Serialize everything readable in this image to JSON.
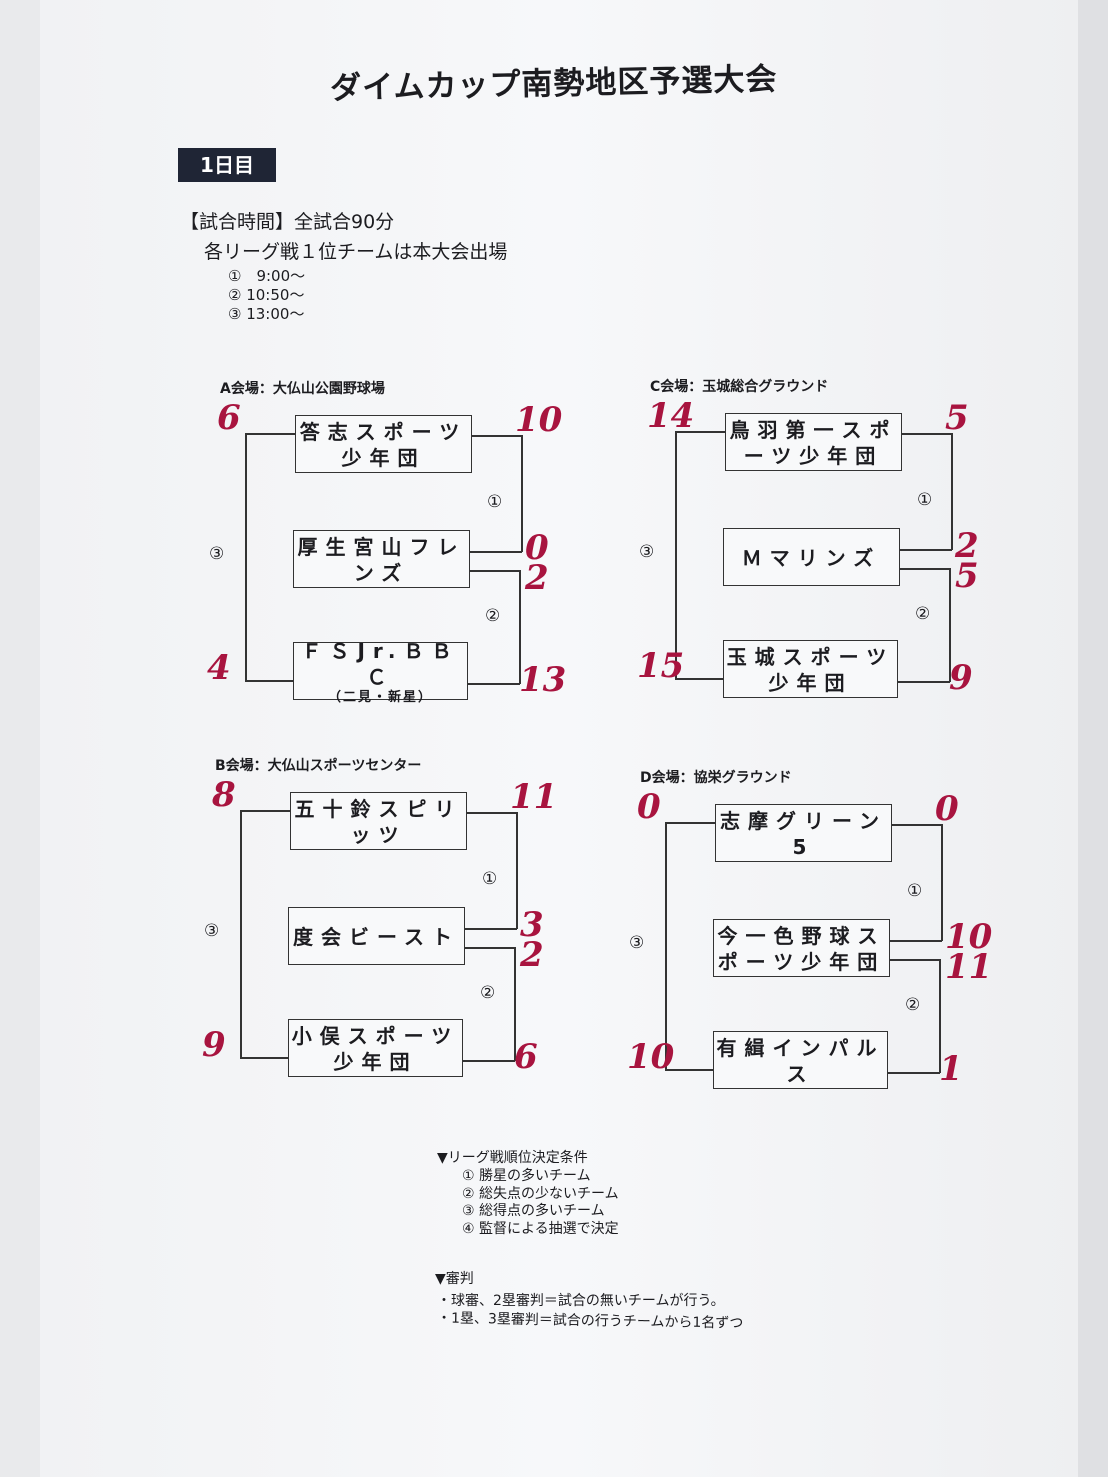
{
  "title": "ダイムカップ南勢地区予選大会",
  "day": "1日目",
  "info": {
    "line1": "【試合時間】全試合90分",
    "line2": "各リーグ戦１位チームは本大会出場",
    "times": [
      "①　9:00～",
      "② 10:50～",
      "③ 13:00～"
    ]
  },
  "blocks": [
    {
      "venue": "A会場：大仏山公園野球場",
      "teams": [
        {
          "name": "答志スポーツ少年団"
        },
        {
          "name": "厚生宮山フレンズ"
        },
        {
          "name": "ＦＳJr.ＢＢＣ",
          "sub": "（二見・新星）"
        }
      ],
      "left_scores": [
        "6",
        "4"
      ],
      "right_scores": [
        "10",
        "0",
        "2",
        "13"
      ],
      "matches": [
        "①",
        "②",
        "③"
      ]
    },
    {
      "venue": "C会場：玉城総合グラウンド",
      "teams": [
        {
          "name": "鳥羽第一スポーツ少年団"
        },
        {
          "name": "Ｍマリンズ"
        },
        {
          "name": "玉城スポーツ少年団"
        }
      ],
      "left_scores": [
        "14",
        "15"
      ],
      "right_scores": [
        "5",
        "2",
        "5",
        "9"
      ],
      "matches": [
        "①",
        "②",
        "③"
      ]
    },
    {
      "venue": "B会場：大仏山スポーツセンター",
      "teams": [
        {
          "name": "五十鈴スピリッツ"
        },
        {
          "name": "度会ビースト"
        },
        {
          "name": "小俣スポーツ少年団"
        }
      ],
      "left_scores": [
        "8",
        "9"
      ],
      "right_scores": [
        "11",
        "3",
        "2",
        "6"
      ],
      "matches": [
        "①",
        "②",
        "③"
      ]
    },
    {
      "venue": "D会場：協栄グラウンド",
      "teams": [
        {
          "name": "志摩グリーン5"
        },
        {
          "name": "今一色野球スポーツ少年団"
        },
        {
          "name": "有緝インパルス"
        }
      ],
      "left_scores": [
        "0",
        "10"
      ],
      "right_scores": [
        "0",
        "10",
        "11",
        "1"
      ],
      "matches": [
        "①",
        "②",
        "③"
      ]
    }
  ],
  "conditions": {
    "heading": "▼リーグ戦順位決定条件",
    "items": [
      "① 勝星の多いチーム",
      "② 総失点の少ないチーム",
      "③ 総得点の多いチーム",
      "④ 監督による抽選で決定"
    ]
  },
  "umpire": {
    "heading": "▼審判",
    "items": [
      "・球審、2塁審判＝試合の無いチームが行う。",
      "・1塁、3塁審判＝試合の行うチームから1名ずつ"
    ]
  },
  "colors": {
    "score": "#a8143f",
    "day_bg": "#1f2535"
  }
}
